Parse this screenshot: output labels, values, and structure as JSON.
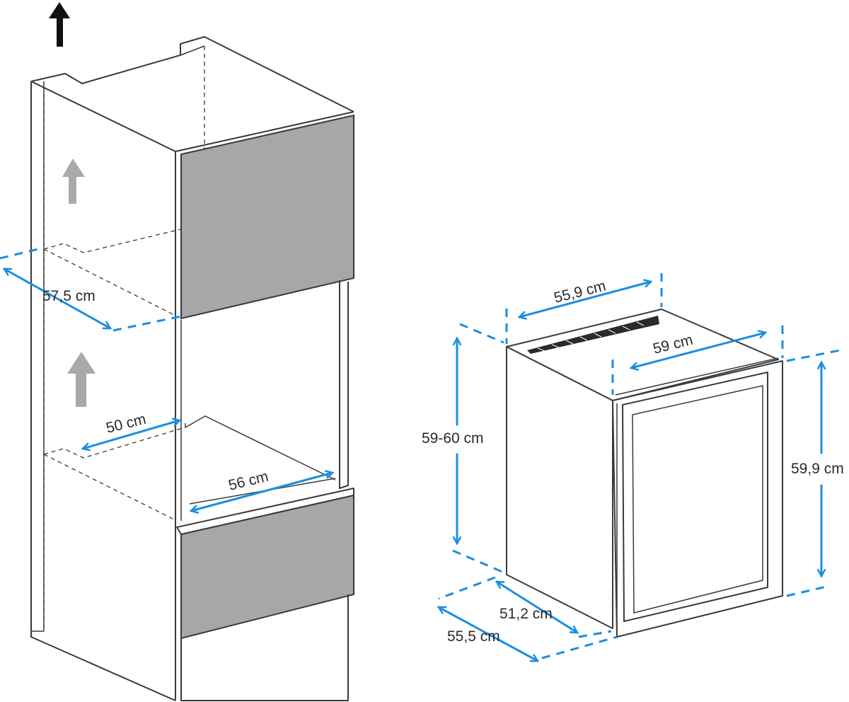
{
  "cabinet": {
    "labels": {
      "depth": "57,5 cm",
      "niche_depth": "50 cm",
      "niche_width": "56 cm"
    }
  },
  "appliance": {
    "labels": {
      "top_width": "55,9 cm",
      "front_width": "59 cm",
      "niche_height": "59-60 cm",
      "height": "59,9 cm",
      "body_depth": "51,2 cm",
      "total_depth": "55,5 cm"
    }
  },
  "colors": {
    "dimension": "#1b8ee0",
    "panel": "#a7a7a7",
    "outline": "#3a3a3a",
    "airflow_arrow": "#a9a9a9",
    "exhaust_arrow": "#111111"
  },
  "icons": [
    "airflow-up-arrow-icon",
    "exhaust-up-arrow-icon"
  ]
}
